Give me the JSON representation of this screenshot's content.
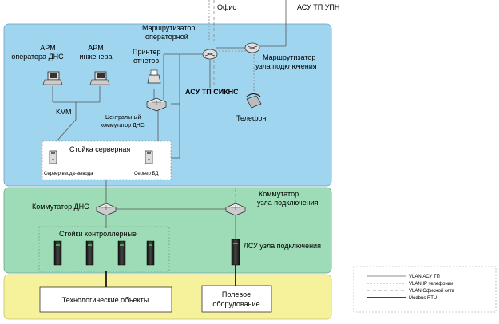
{
  "top": {
    "office": "Офис",
    "upn": "АСУ ТП УПН"
  },
  "blue_zone": {
    "router_op": [
      "Маршрутизатор",
      "операторной"
    ],
    "router_node": [
      "Маршрутизатор",
      "узла подключения"
    ],
    "arm_dns": [
      "АРМ",
      "оператора ДНС"
    ],
    "arm_eng": [
      "АРМ",
      "инженера"
    ],
    "printer": [
      "Принтер",
      "отчетов"
    ],
    "kvm": "KVM",
    "sikns": "АСУ ТП СИКНС",
    "central_switch": [
      "Центральный",
      "коммутатор ДНС"
    ],
    "phone": "Телефон",
    "rack": "Стойка серверная",
    "server_io": "Сервер ввода-вывода",
    "server_db": "Сервер БД"
  },
  "green_zone": {
    "switch_dns": "Коммутатор ДНС",
    "switch_node": [
      "Коммутатор",
      "узла подключения"
    ],
    "ctrl_racks": "Стойки контроллерные",
    "lsu": "ЛСУ узла подключения"
  },
  "yellow_zone": {
    "tech": "Технологические объекты",
    "field": [
      "Полевое",
      "оборудование"
    ]
  },
  "legend": {
    "items": [
      {
        "label": "VLAN АСУ ТП",
        "style": "solid"
      },
      {
        "label": "VLAN IP телефонии",
        "style": "dotted"
      },
      {
        "label": "VLAN Офисной сети",
        "style": "dashed"
      },
      {
        "label": "Modbus RTU",
        "style": "thick"
      }
    ]
  },
  "colors": {
    "blue": "#9fd5ef",
    "green": "#9ddcb6",
    "yellow": "#f6f19b"
  }
}
